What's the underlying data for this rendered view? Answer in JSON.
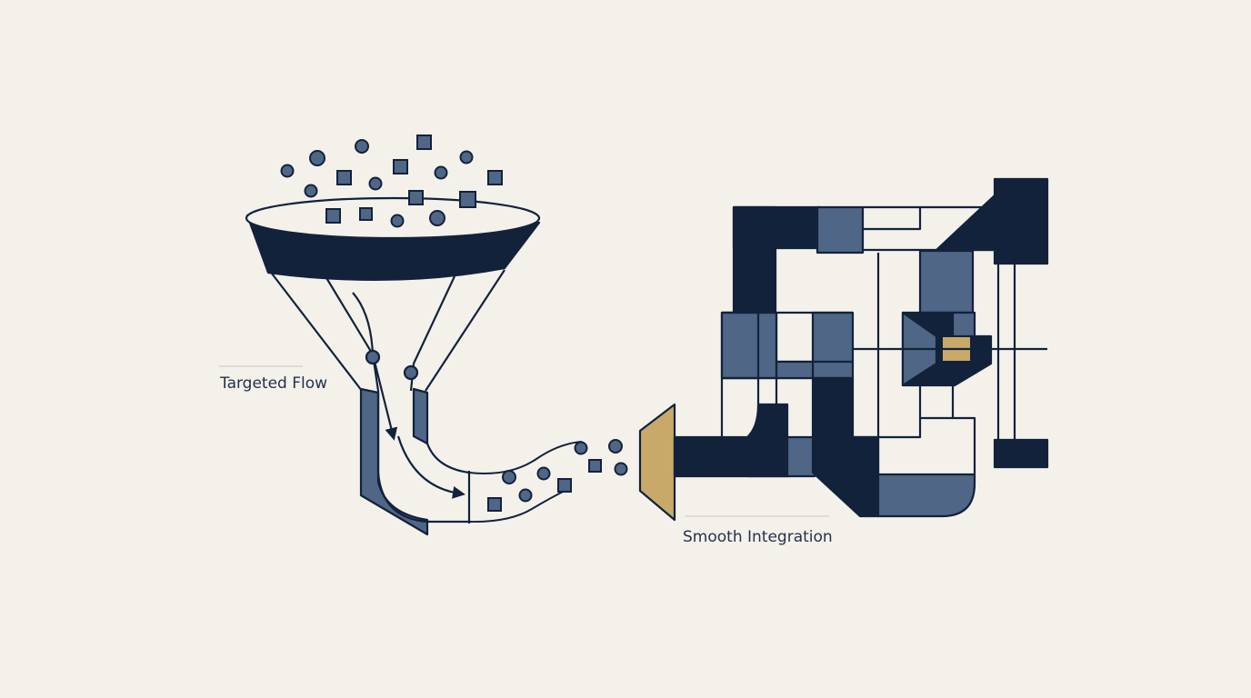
{
  "labels": {
    "left": "Targeted Flow",
    "right": "Smooth Integration"
  },
  "colors": {
    "background": "#f3f1ea",
    "navy": "#13223b",
    "slate": "#4f6686",
    "gold": "#c8a96a",
    "stroke": "#13223b"
  },
  "icons": [
    "funnel-icon",
    "particles",
    "flow-arrows",
    "connector-plug-icon",
    "modular-block-structure"
  ]
}
